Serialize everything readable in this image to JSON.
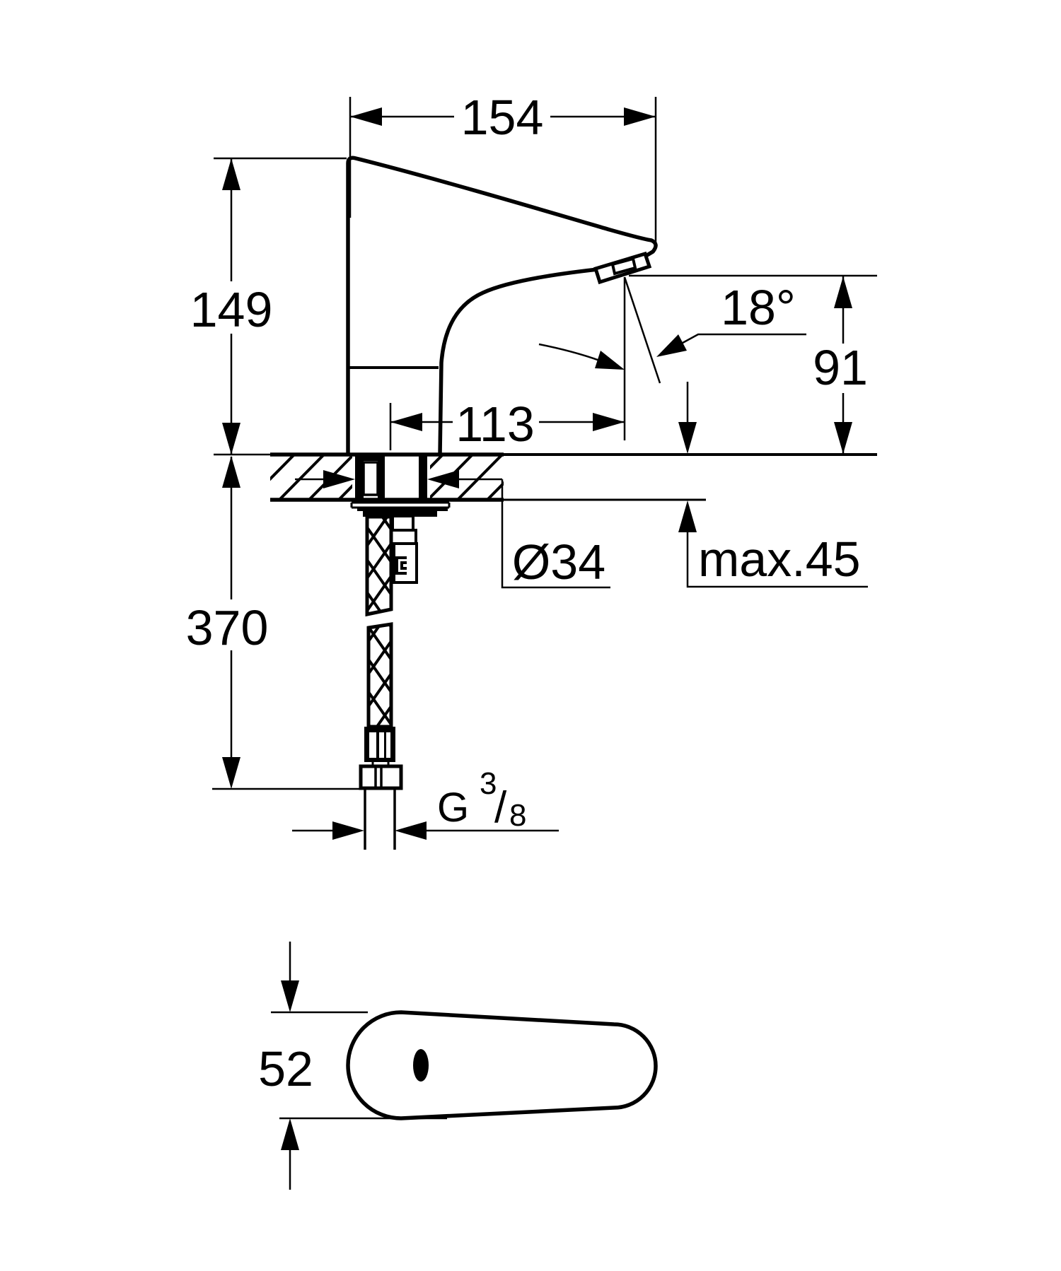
{
  "drawing": {
    "type": "technical-dimension-drawing",
    "subject": "sensor faucet side view and plan view",
    "line_color": "#000000",
    "background": "#ffffff",
    "labels": {
      "spout_width": "154",
      "body_height": "149",
      "spout_angle": "18°",
      "outlet_height": "91",
      "outlet_reach": "113",
      "hole_diameter": "Ø34",
      "max_deck_thickness": "max.45",
      "hose_length": "370",
      "thread_letter": "G",
      "thread_numerator": "3",
      "thread_slash": "/",
      "thread_denominator": "8",
      "body_width_plan": "52"
    }
  }
}
